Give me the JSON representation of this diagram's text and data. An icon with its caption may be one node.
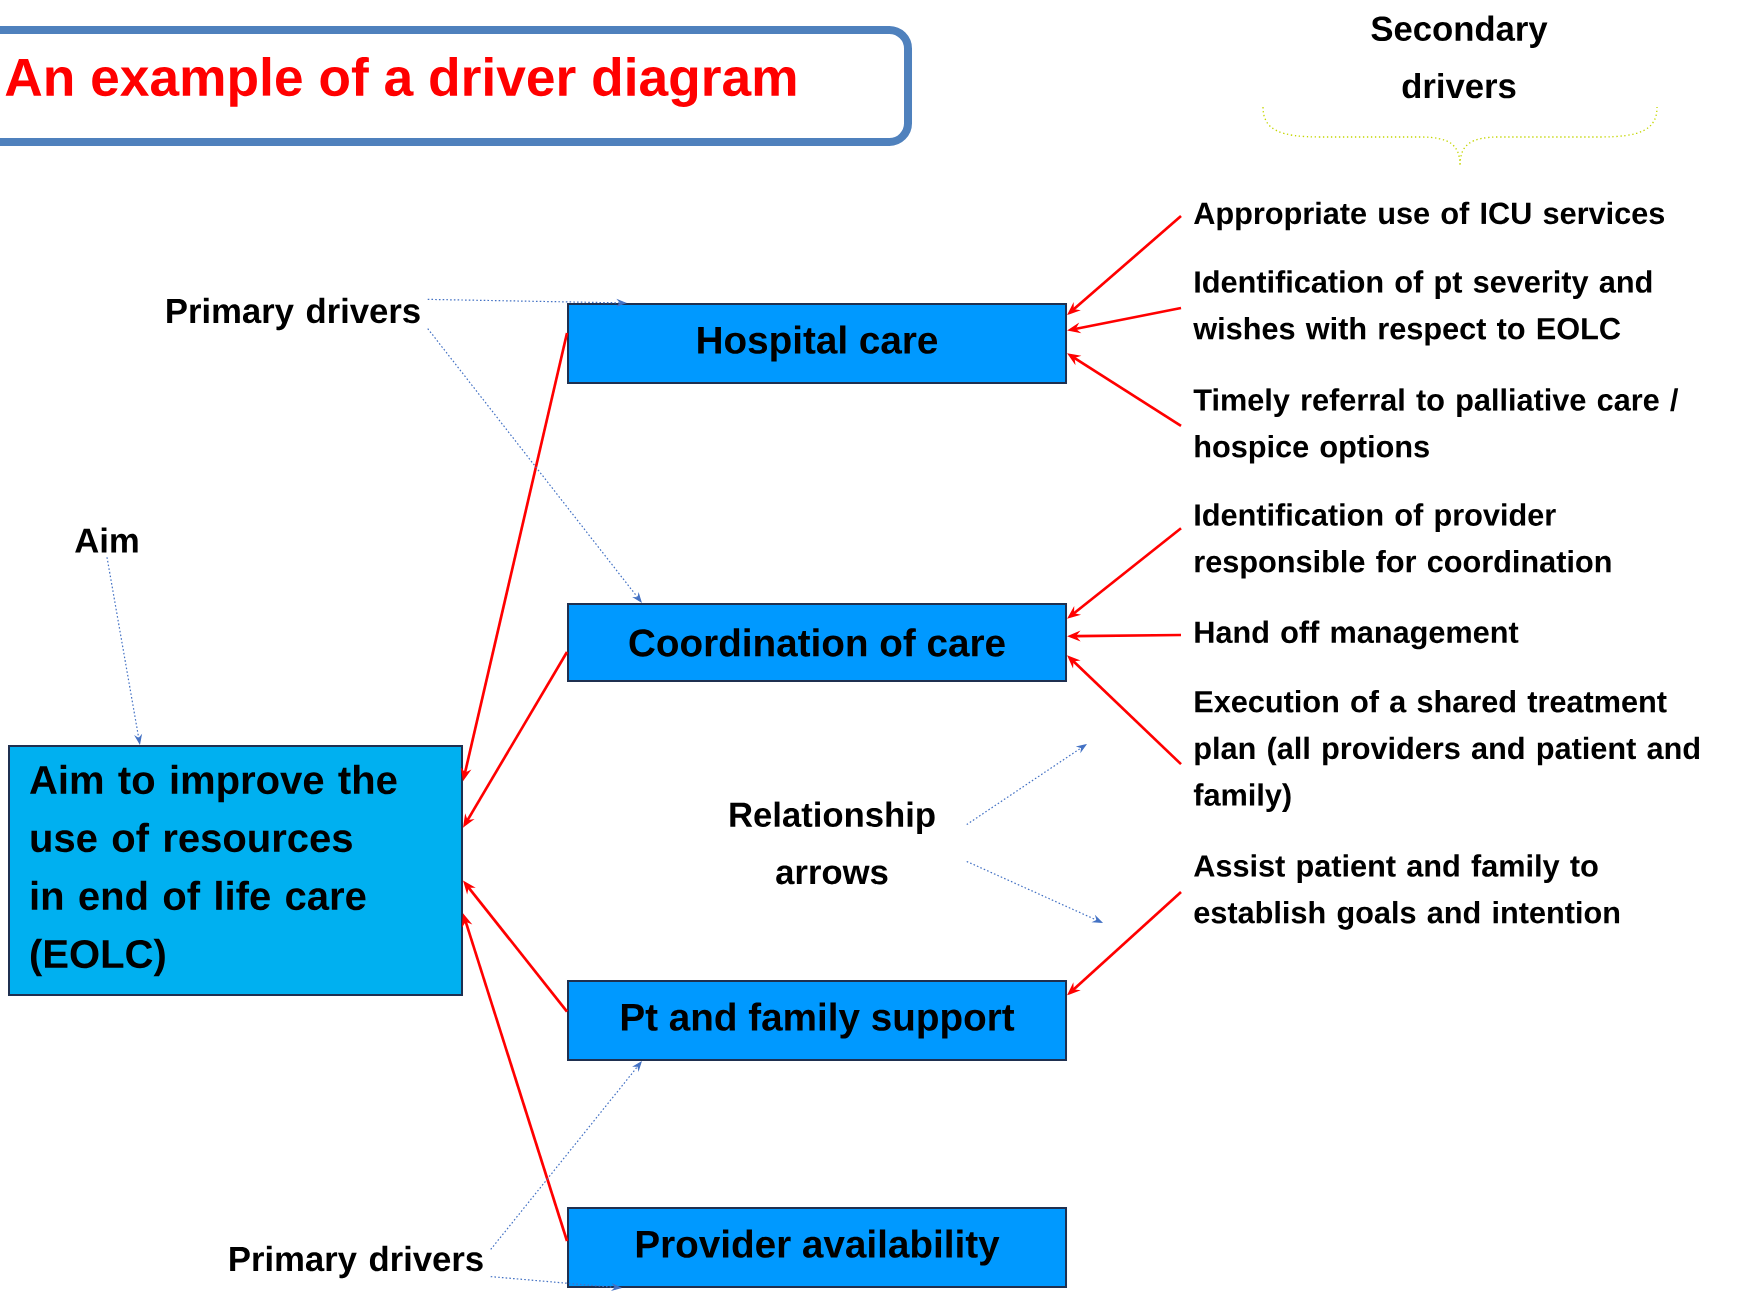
{
  "diagram": {
    "title": "An example of a driver diagram",
    "nodes": [
      {
        "text": [
          "Aim to improve the use of resources in end of life care (EOLC)"
        ]
      },
      {
        "text": [
          "Hospital care"
        ]
      },
      {
        "text": [
          "Coordination of care"
        ]
      },
      {
        "text": [
          "Pt and family support"
        ]
      },
      {
        "text": [
          "Provider availability"
        ]
      },
      {
        "text": [
          "Appropriate use of ICU services"
        ]
      },
      {
        "text": [
          "Identification of pt severity and wishes with respect to EOLC"
        ]
      },
      {
        "text": [
          "Timely referral to palliative care / hospice options"
        ]
      },
      {
        "text": [
          "Identification of provider responsible for coordination"
        ]
      },
      {
        "text": [
          "Hand off management"
        ]
      },
      {
        "text": [
          "Execution of a shared treatment plan (all providers and patient and family)"
        ]
      },
      {
        "text": [
          "Assist patient and family to establish goals and intention"
        ]
      },
      {
        "text": [
          "Aim"
        ]
      },
      {
        "text": [
          "Primary drivers"
        ]
      },
      {
        "text": [
          "Relationship arrows"
        ]
      },
      {
        "text": [
          "Primary drivers"
        ]
      }
    ],
    "edges": [
      {
        "from": 1,
        "to": 0,
        "arrow": "to"
      },
      {
        "from": 2,
        "to": 0,
        "arrow": "to"
      },
      {
        "from": 3,
        "to": 0,
        "arrow": "to"
      },
      {
        "from": 4,
        "to": 0,
        "arrow": "to"
      },
      {
        "from": 5,
        "to": 1,
        "arrow": "to"
      },
      {
        "from": 6,
        "to": 1,
        "arrow": "to"
      },
      {
        "from": 7,
        "to": 1,
        "arrow": "to"
      },
      {
        "from": 8,
        "to": 2,
        "arrow": "to"
      },
      {
        "from": 9,
        "to": 2,
        "arrow": "to"
      },
      {
        "from": 10,
        "to": 2,
        "arrow": "to"
      },
      {
        "from": 11,
        "to": 3,
        "arrow": "to"
      },
      {
        "from": 12,
        "to": 0,
        "arrow": "to",
        "style": "dashed",
        "color": "#4472c4"
      },
      {
        "from": 13,
        "to": 1,
        "arrow": "to",
        "style": "dashed",
        "color": "#4472c4"
      },
      {
        "from": 13,
        "to": 2,
        "arrow": "to",
        "style": "dashed",
        "color": "#4472c4"
      },
      {
        "from": 14,
        "to": null,
        "arrow": "to",
        "style": "dashed",
        "color": "#4472c4"
      },
      {
        "from": 14,
        "to": null,
        "arrow": "to",
        "style": "dashed",
        "color": "#4472c4"
      },
      {
        "from": 15,
        "to": 3,
        "arrow": "to",
        "style": "dashed",
        "color": "#4472c4"
      },
      {
        "from": 15,
        "to": 4,
        "arrow": "to",
        "style": "dashed",
        "color": "#4472c4"
      }
    ],
    "labels": [
      "Secondary drivers"
    ]
  }
}
